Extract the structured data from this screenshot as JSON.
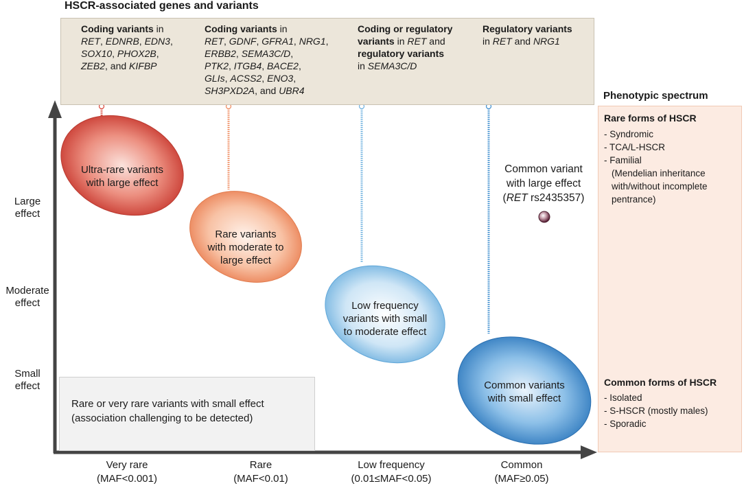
{
  "header": {
    "title": "HSCR-associated genes and variants"
  },
  "columns": [
    {
      "lines": [
        [
          {
            "t": "Coding variants",
            "b": true
          },
          {
            "t": " in"
          }
        ],
        [
          {
            "t": "RET",
            "i": true
          },
          {
            "t": ", "
          },
          {
            "t": "EDNRB",
            "i": true
          },
          {
            "t": ", "
          },
          {
            "t": "EDN3",
            "i": true
          },
          {
            "t": ","
          }
        ],
        [
          {
            "t": "SOX10",
            "i": true
          },
          {
            "t": ", "
          },
          {
            "t": "PHOX2B",
            "i": true
          },
          {
            "t": ","
          }
        ],
        [
          {
            "t": "ZEB2",
            "i": true
          },
          {
            "t": ", and "
          },
          {
            "t": "KIFBP",
            "i": true
          }
        ]
      ]
    },
    {
      "lines": [
        [
          {
            "t": "Coding variants",
            "b": true
          },
          {
            "t": " in"
          }
        ],
        [
          {
            "t": "RET",
            "i": true
          },
          {
            "t": ", "
          },
          {
            "t": "GDNF",
            "i": true
          },
          {
            "t": ", "
          },
          {
            "t": "GFRA1",
            "i": true
          },
          {
            "t": ", "
          },
          {
            "t": "NRG1",
            "i": true
          },
          {
            "t": ","
          }
        ],
        [
          {
            "t": "ERBB2",
            "i": true
          },
          {
            "t": ", "
          },
          {
            "t": "SEMA3C/D",
            "i": true
          },
          {
            "t": ","
          }
        ],
        [
          {
            "t": "PTK2",
            "i": true
          },
          {
            "t": ", "
          },
          {
            "t": "ITGB4",
            "i": true
          },
          {
            "t": ", "
          },
          {
            "t": "BACE2",
            "i": true
          },
          {
            "t": ","
          }
        ],
        [
          {
            "t": "GLIs",
            "i": true
          },
          {
            "t": ", "
          },
          {
            "t": "ACSS2",
            "i": true
          },
          {
            "t": ", "
          },
          {
            "t": "ENO3",
            "i": true
          },
          {
            "t": ","
          }
        ],
        [
          {
            "t": "SH3PXD2A",
            "i": true
          },
          {
            "t": ", and "
          },
          {
            "t": "UBR4",
            "i": true
          }
        ]
      ]
    },
    {
      "lines": [
        [
          {
            "t": "Coding or regulatory",
            "b": true
          }
        ],
        [
          {
            "t": "variants",
            "b": true
          },
          {
            "t": " in "
          },
          {
            "t": "RET",
            "i": true
          },
          {
            "t": " and"
          }
        ],
        [
          {
            "t": "regulatory variants",
            "b": true
          }
        ],
        [
          {
            "t": "in "
          },
          {
            "t": "SEMA3C/D",
            "i": true
          }
        ]
      ]
    },
    {
      "lines": [
        [
          {
            "t": "Regulatory variants",
            "b": true
          }
        ],
        [
          {
            "t": "in "
          },
          {
            "t": "RET",
            "i": true
          },
          {
            "t": " and "
          },
          {
            "t": "NRG1",
            "i": true
          }
        ]
      ]
    }
  ],
  "phenotype": {
    "title": "Phenotypic spectrum",
    "rare": {
      "title": "Rare forms of HSCR",
      "items": [
        "- Syndromic",
        "- TCA/L-HSCR",
        "- Familial",
        "  (Mendelian inheritance",
        "  with/without incomplete",
        "  pentrance)"
      ]
    },
    "common": {
      "title": "Common forms of HSCR",
      "items": [
        "- Isolated",
        "- S-HSCR (mostly males)",
        "- Sporadic"
      ]
    }
  },
  "y_axis": {
    "large": [
      "Large",
      "effect"
    ],
    "moderate": [
      "Moderate",
      "effect"
    ],
    "small": [
      "Small",
      "effect"
    ]
  },
  "x_axis": [
    {
      "name": "Very rare",
      "maf": "(MAF<0.001)"
    },
    {
      "name": "Rare",
      "maf": "(MAF<0.01)"
    },
    {
      "name": "Low frequency",
      "maf": "(0.01≤MAF<0.05)"
    },
    {
      "name": "Common",
      "maf": "(MAF≥0.05)"
    }
  ],
  "ellipses": [
    {
      "lines": [
        "Ultra-rare variants",
        "with large effect"
      ],
      "color": "#d9473a"
    },
    {
      "lines": [
        "Rare variants",
        "with moderate to",
        "large effect"
      ],
      "color": "#ef8a5e"
    },
    {
      "lines": [
        "Low frequency",
        "variants with small",
        "to moderate effect"
      ],
      "color": "#8fc4e6"
    },
    {
      "lines": [
        "Common variants",
        "with small effect"
      ],
      "color": "#3f8fcf"
    }
  ],
  "common_large": {
    "lines": [
      "Common variant",
      "with large effect"
    ],
    "gene": "RET",
    "snp": " rs2435357"
  },
  "small_box": {
    "lines": [
      "Rare or very rare variants with small effect",
      "(association challenging to be detected)"
    ]
  }
}
